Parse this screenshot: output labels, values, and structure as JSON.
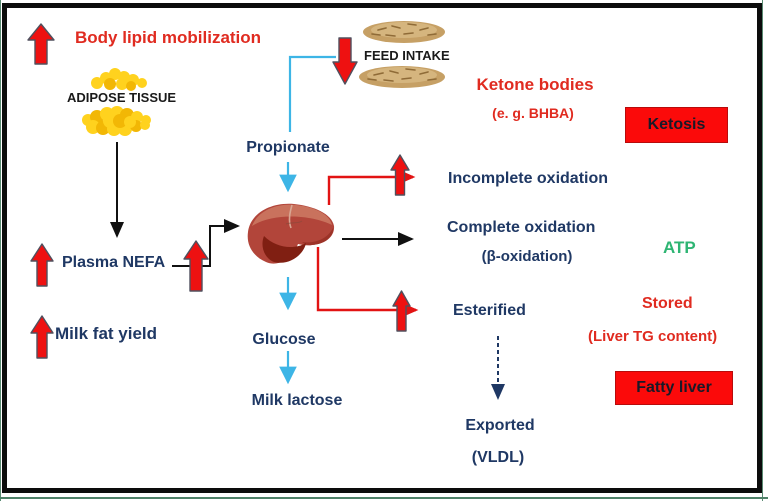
{
  "figure": {
    "title_hint": "Metabolic pathway diagram: negative energy balance, liver fat metabolism",
    "labels": {
      "body_lipid": "Body lipid mobilization",
      "adipose_tissue": "ADIPOSE TISSUE",
      "feed_intake": "FEED INTAKE",
      "propionate": "Propionate",
      "ketone_bodies": "Ketone bodies",
      "ketone_example": "(e. g. BHBA)",
      "ketosis": "Ketosis",
      "incomplete_oxidation": "Incomplete oxidation",
      "complete_oxidation": "Complete oxidation",
      "beta_oxidation": "(β-oxidation)",
      "atp": "ATP",
      "esterified": "Esterified",
      "stored": "Stored",
      "liver_tg": "(Liver TG content)",
      "fatty_liver": "Fatty liver",
      "exported": "Exported",
      "vldl": "(VLDL)",
      "plasma_nefa": "Plasma NEFA",
      "milk_fat_yield": "Milk fat yield",
      "glucose": "Glucose",
      "milk_lactose": "Milk lactose"
    },
    "icons": {
      "liver": "liver-illustration",
      "adipose": "yellow-adipose-blobs",
      "feed": "feed-pellet-piles",
      "up_arrows": "red-block-up-arrow",
      "down_arrow": "red-block-down-arrow"
    },
    "colors": {
      "red_text": "#e02b20",
      "red_box": "#fb0a0a",
      "red_arrow": "#ee1111",
      "navy_text": "#1F3864",
      "green_text": "#2eb573",
      "cyan_arrow": "#3db5e6",
      "black_line": "#111111",
      "adipose_yellow": "#ffd21e",
      "feed_tan": "#c6a065",
      "liver_red": "#b2453a",
      "frame_black": "#0c0c0c"
    }
  }
}
